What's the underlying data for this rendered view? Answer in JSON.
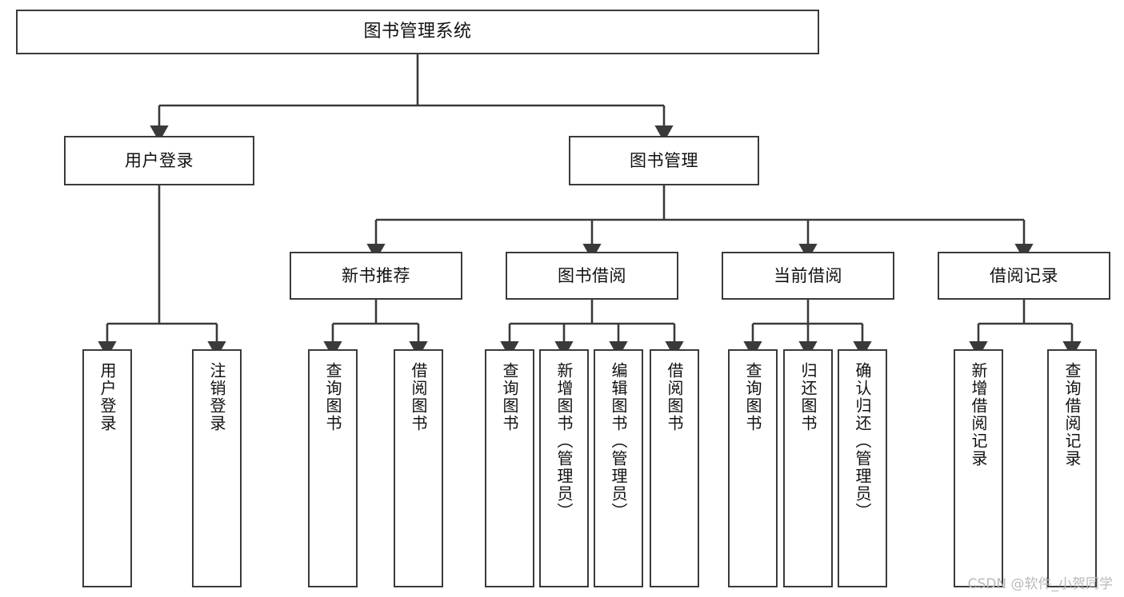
{
  "diagram": {
    "title": "图书管理系统",
    "watermark": "CSDN @软件_小贺同学",
    "line_color": "#3a3a3a",
    "box_fill": "#ffffff",
    "text_color": "#111111",
    "nodes": {
      "root": {
        "label": "图书管理系统"
      },
      "level2": [
        {
          "label": "用户登录"
        },
        {
          "label": "图书管理"
        }
      ],
      "level3": [
        {
          "label": "新书推荐"
        },
        {
          "label": "图书借阅"
        },
        {
          "label": "当前借阅"
        },
        {
          "label": "借阅记录"
        }
      ],
      "leaves": {
        "user_login": [
          {
            "label": "用户登录"
          },
          {
            "label": "注销登录"
          }
        ],
        "new_book_recommend": [
          {
            "label": "查询图书"
          },
          {
            "label": "借阅图书"
          }
        ],
        "book_borrow": [
          {
            "label": "查询图书"
          },
          {
            "label": "新增图书（管理员）"
          },
          {
            "label": "编辑图书（管理员）"
          },
          {
            "label": "借阅图书"
          }
        ],
        "current_borrow": [
          {
            "label": "查询图书"
          },
          {
            "label": "归还图书"
          },
          {
            "label": "确认归还（管理员）"
          }
        ],
        "borrow_record": [
          {
            "label": "新增借阅记录"
          },
          {
            "label": "查询借阅记录"
          }
        ]
      }
    }
  }
}
